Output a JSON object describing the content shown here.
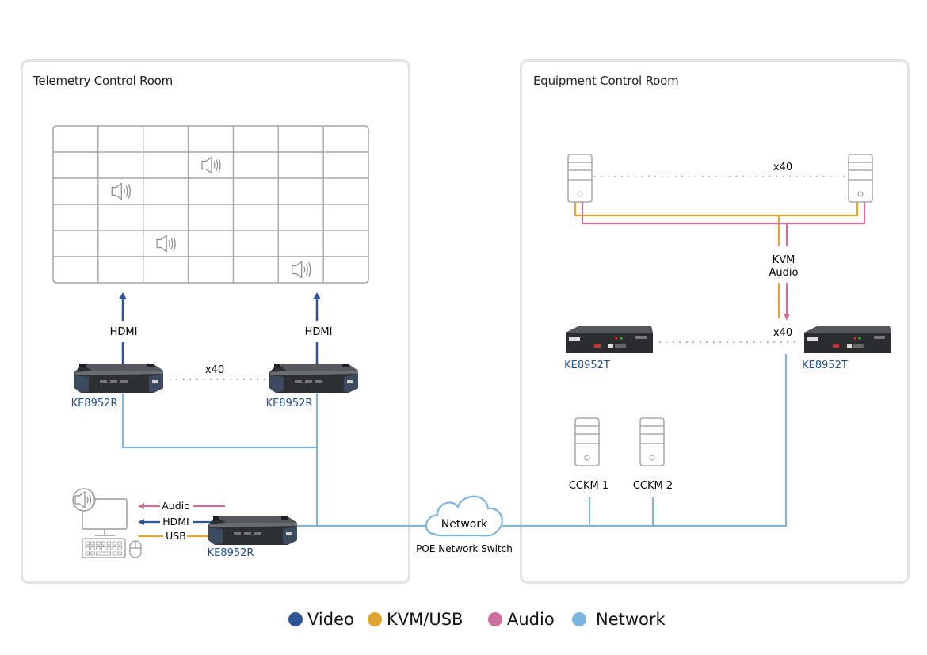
{
  "rooms": {
    "telemetry": {
      "title": "Telemetry Control Room"
    },
    "equipment": {
      "title": "Equipment Control Room"
    }
  },
  "video_wall": {
    "rows": 6,
    "cols": 7,
    "speaker_cells": [
      [
        1,
        3
      ],
      [
        2,
        1
      ],
      [
        4,
        2
      ],
      [
        5,
        5
      ]
    ]
  },
  "receivers": {
    "top_left": {
      "model": "KE8952R",
      "link_label": "HDMI"
    },
    "top_right": {
      "model": "KE8952R",
      "link_label": "HDMI"
    },
    "multiplier": "x40",
    "console": {
      "model": "KE8952R",
      "links": [
        {
          "label": "Audio",
          "type": "audio"
        },
        {
          "label": "HDMI",
          "type": "video"
        },
        {
          "label": "USB",
          "type": "kvm"
        }
      ]
    }
  },
  "network": {
    "cloud_label": "Network",
    "switch_label": "POE Network Switch"
  },
  "equipment": {
    "servers_multiplier": "x40",
    "signal_labels": [
      "KVM",
      "Audio"
    ],
    "transmitters": {
      "left": {
        "model": "KE8952T"
      },
      "right": {
        "model": "KE8952T"
      },
      "multiplier": "x40"
    },
    "cckm": [
      {
        "label": "CCKM 1"
      },
      {
        "label": "CCKM 2"
      }
    ]
  },
  "legend": [
    {
      "label": "Video",
      "color": "#2e5597"
    },
    {
      "label": "KVM/USB",
      "color": "#e0a634"
    },
    {
      "label": "Audio",
      "color": "#cf6e9c"
    },
    {
      "label": "Network",
      "color": "#7eb5de"
    }
  ],
  "colors": {
    "video": "#2e5597",
    "kvm": "#e0a634",
    "audio": "#cf6e9c",
    "network": "#7eb5de",
    "model_text": "#1f4e8c",
    "outline": "#9a9a9a"
  }
}
